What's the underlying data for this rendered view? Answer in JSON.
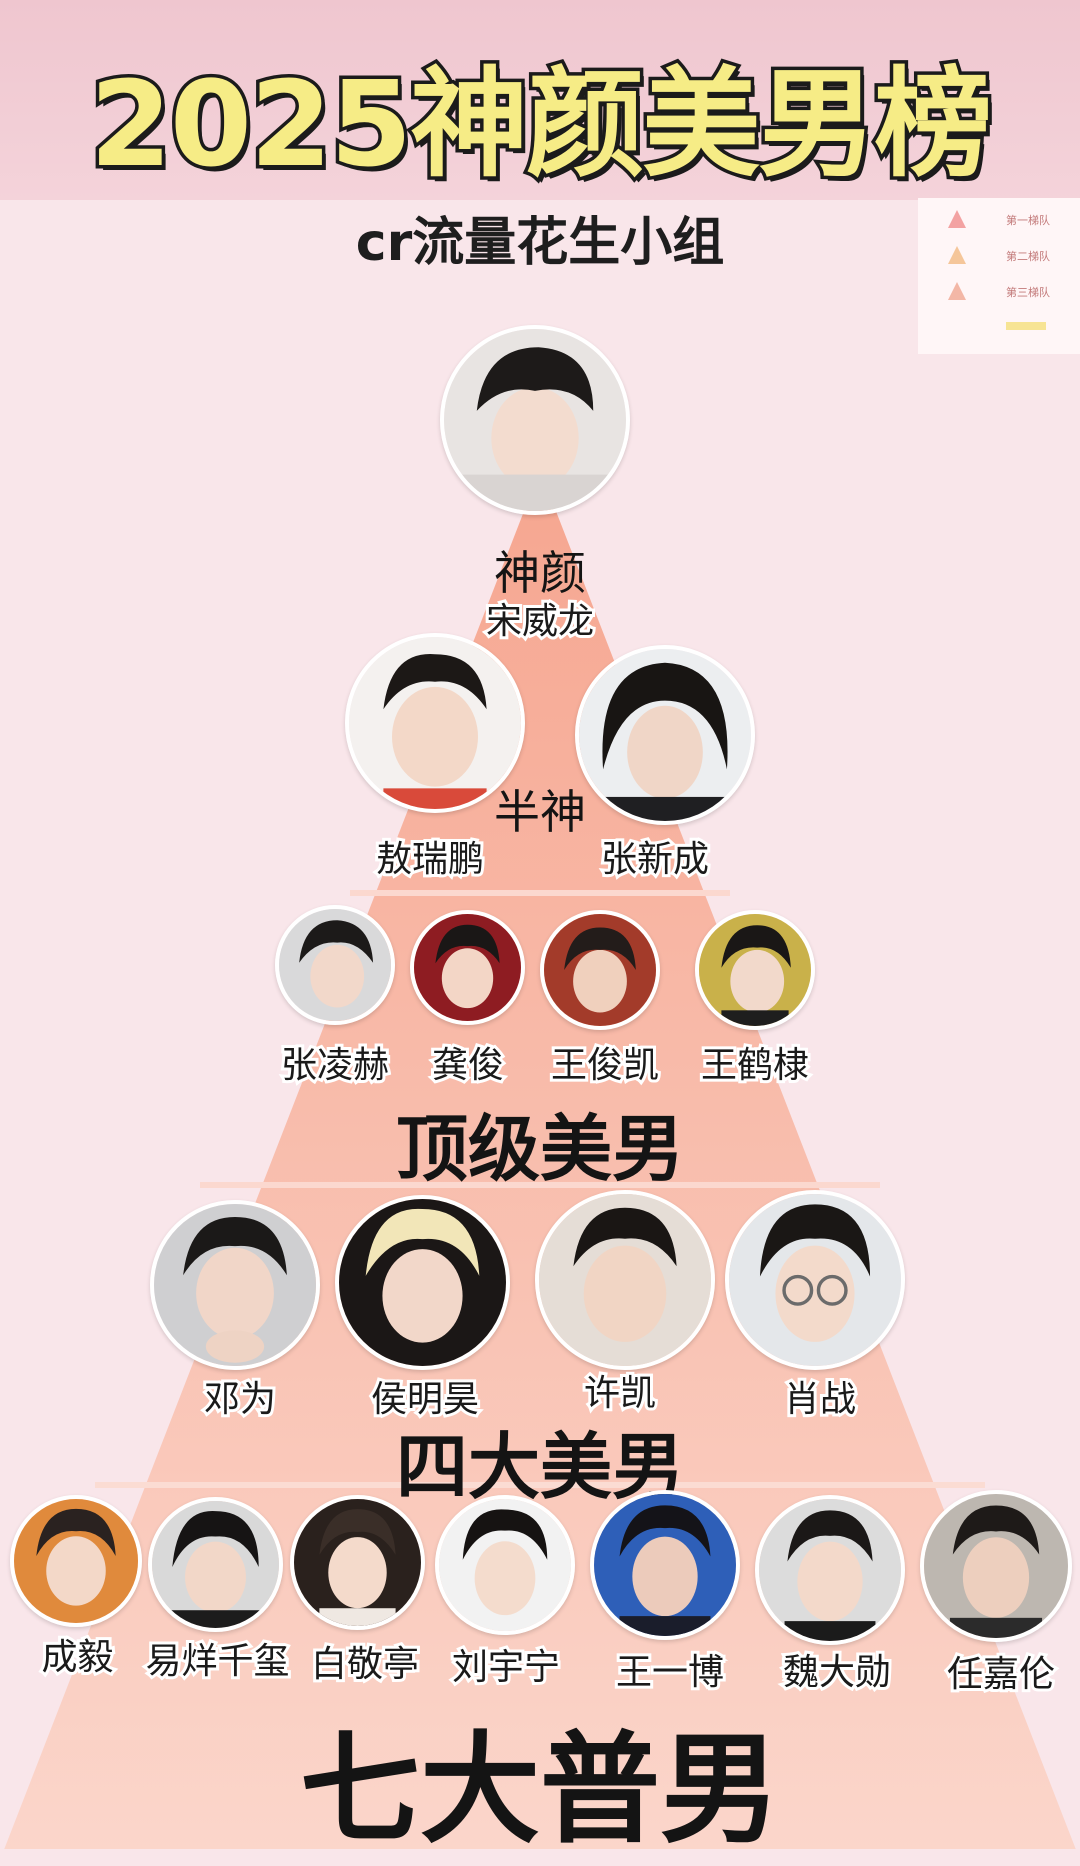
{
  "title": "2025神颜美男榜",
  "subtitle": "cr流量花生小组",
  "legend": [
    {
      "label": "第一梯队",
      "color": "#f3a2a2"
    },
    {
      "label": "第二梯队",
      "color": "#f5c69a"
    },
    {
      "label": "第三梯队",
      "color": "#f3b7a6"
    }
  ],
  "tiers": {
    "god": {
      "label": "神颜",
      "names": [
        "宋威龙"
      ]
    },
    "demigod": {
      "label": "半神",
      "names": [
        "敖瑞鹏",
        "张新成"
      ]
    },
    "top": {
      "label": "顶级美男",
      "names": [
        "张凌赫",
        "龚俊",
        "王俊凯",
        "王鹤棣"
      ]
    },
    "four": {
      "label": "四大美男",
      "names": [
        "邓为",
        "侯明昊",
        "许凯",
        "肖战"
      ]
    },
    "seven": {
      "label": "七大普男",
      "names": [
        "成毅",
        "易烊千玺",
        "白敬亭",
        "刘宇宁",
        "王一博",
        "魏大勋",
        "任嘉伦"
      ]
    }
  },
  "colors": {
    "background": "#f9e6ea",
    "pyramid_top": "#f6a690",
    "pyramid_bottom": "#fbd3c8",
    "title_fill": "#f6ec86"
  }
}
